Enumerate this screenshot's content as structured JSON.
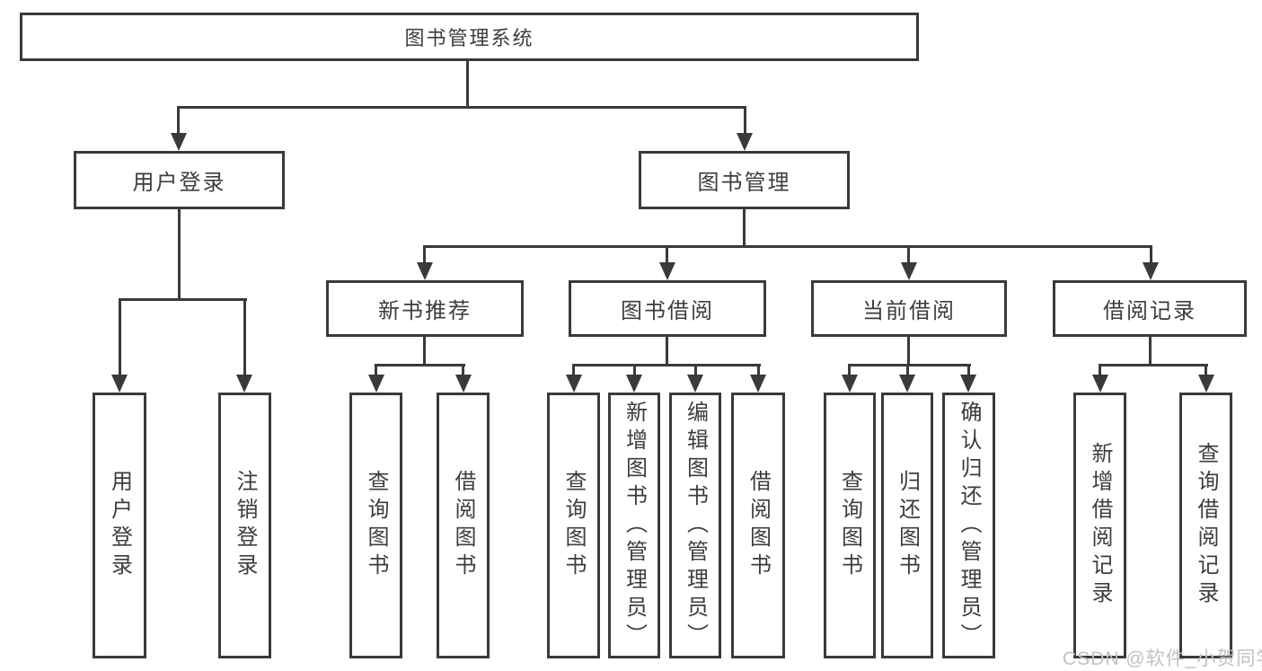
{
  "tree": {
    "root": {
      "label": "图书管理系统"
    },
    "user_login": {
      "label": "用户登录",
      "leaves": [
        {
          "label": "用户登录"
        },
        {
          "label": "注销登录"
        }
      ]
    },
    "book_management": {
      "label": "图书管理",
      "children": [
        {
          "label": "新书推荐",
          "leaves": [
            {
              "label": "查询图书"
            },
            {
              "label": "借阅图书"
            }
          ]
        },
        {
          "label": "图书借阅",
          "leaves": [
            {
              "label": "查询图书"
            },
            {
              "label": "新增图书（管理员）"
            },
            {
              "label": "编辑图书（管理员）"
            },
            {
              "label": "借阅图书"
            }
          ]
        },
        {
          "label": "当前借阅",
          "leaves": [
            {
              "label": "查询图书"
            },
            {
              "label": "归还图书"
            },
            {
              "label": "确认归还（管理员）"
            }
          ]
        },
        {
          "label": "借阅记录",
          "leaves": [
            {
              "label": "新增借阅记录"
            },
            {
              "label": "查询借阅记录"
            }
          ]
        }
      ]
    }
  },
  "watermark": {
    "text": "CSDN @软件_小贺同学"
  },
  "colors": {
    "line": "#3a3a3a",
    "text": "#3d3d3d",
    "watermark": "#c2c2c2",
    "background": "#ffffff"
  }
}
